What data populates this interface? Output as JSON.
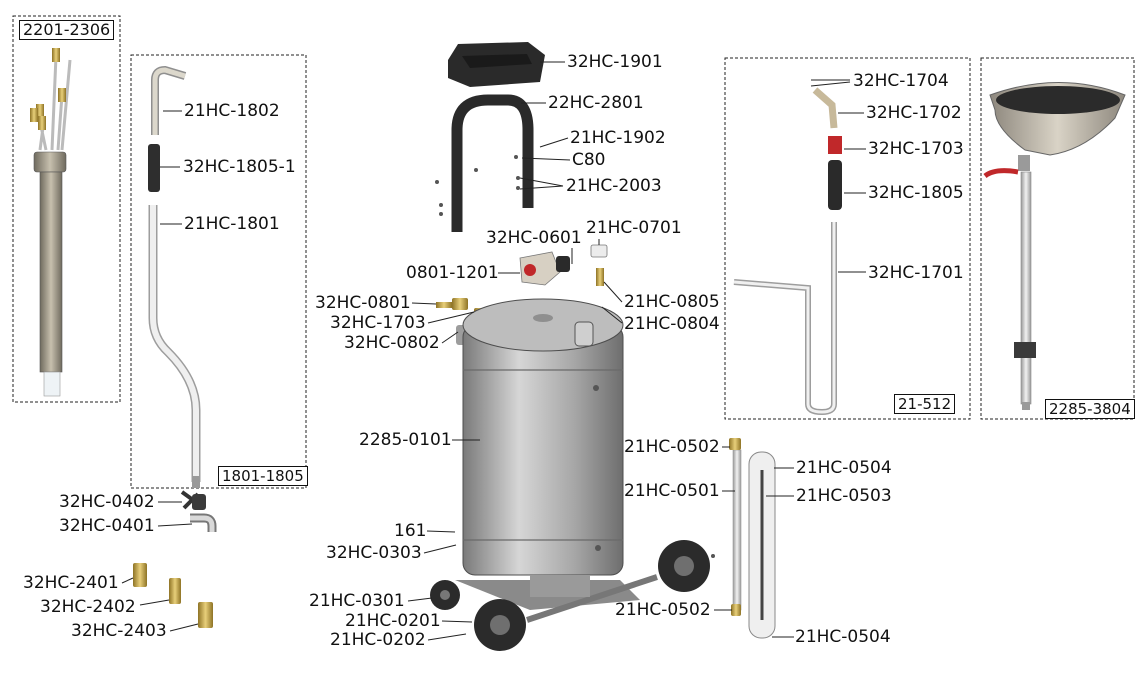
{
  "groups": {
    "g2201": "2201-2306",
    "g1801": "1801-1805",
    "g21_512": "21-512",
    "g2285_3804": "2285-3804"
  },
  "parts": {
    "p21HC_1802": "21HC-1802",
    "p32HC_1805_1": "32HC-1805-1",
    "p21HC_1801": "21HC-1801",
    "p32HC_0402": "32HC-0402",
    "p32HC_0401": "32HC-0401",
    "p32HC_2401": "32HC-2401",
    "p32HC_2402": "32HC-2402",
    "p32HC_2403": "32HC-2403",
    "p32HC_1901": "32HC-1901",
    "p22HC_2801": "22HC-2801",
    "p21HC_1902": "21HC-1902",
    "pC80": "C80",
    "p21HC_2003": "21HC-2003",
    "p32HC_0601": "32HC-0601",
    "p21HC_0701": "21HC-0701",
    "p0801_1201": "0801-1201",
    "p32HC_0801": "32HC-0801",
    "p21HC_0805": "21HC-0805",
    "p32HC_1703b": "32HC-1703",
    "p21HC_0804": "21HC-0804",
    "p32HC_0802": "32HC-0802",
    "p2285_0101": "2285-0101",
    "p161": "161",
    "p32HC_0303": "32HC-0303",
    "p21HC_0301": "21HC-0301",
    "p21HC_0201": "21HC-0201",
    "p21HC_0202": "21HC-0202",
    "p21HC_0502a": "21HC-0502",
    "p21HC_0501": "21HC-0501",
    "p21HC_0504a": "21HC-0504",
    "p21HC_0503": "21HC-0503",
    "p21HC_0502b": "21HC-0502",
    "p21HC_0504b": "21HC-0504",
    "p32HC_1704": "32HC-1704",
    "p32HC_1702": "32HC-1702",
    "p32HC_1703": "32HC-1703",
    "p32HC_1805": "32HC-1805",
    "p32HC_1701": "32HC-1701"
  },
  "colors": {
    "steel": "#a8a8a8",
    "dark": "#2b2b2b",
    "brass": "#c9a74a",
    "red": "#c0282a",
    "tube": "#e2e2e2"
  }
}
